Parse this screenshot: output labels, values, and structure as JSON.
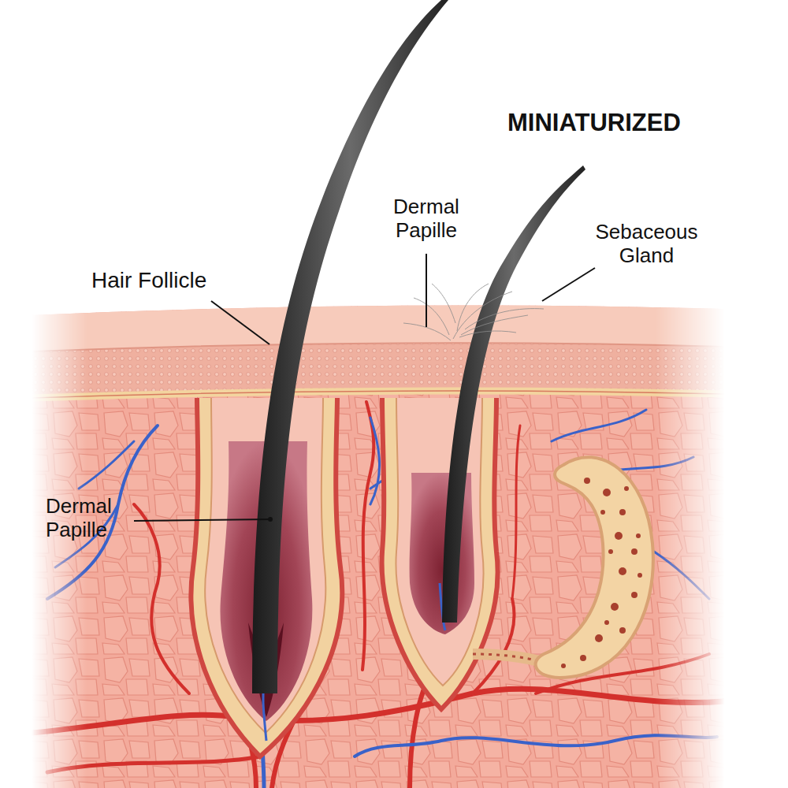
{
  "diagram": {
    "labels": [
      "MINIATURIZED",
      "Dermal Papille",
      "Sebaceous Gland",
      "Hair Follicle",
      "Dermal Papille"
    ]
  }
}
